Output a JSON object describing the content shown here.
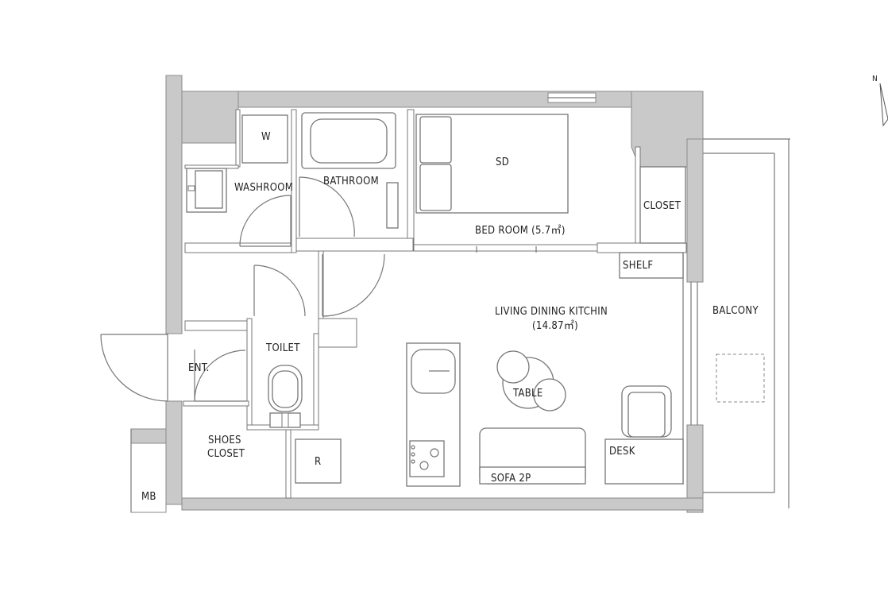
{
  "labels": {
    "washer": "W",
    "washroom": "WASHROOM",
    "bathroom": "BATHROOM",
    "bed": "SD",
    "bedroom": "BED ROOM (5.7㎡)",
    "closet": "CLOSET",
    "shelf": "SHELF",
    "ldk": "LIVING DINING KITCHIN",
    "ldk_area": "(14.87㎡)",
    "balcony": "BALCONY",
    "toilet": "TOILET",
    "entrance": "ENT.",
    "shoes_line1": "SHOES",
    "shoes_line2": "CLOSET",
    "fridge": "R",
    "table": "TABLE",
    "sofa": "SOFA 2P",
    "desk": "DESK",
    "meter_box": "MB",
    "north": "N"
  }
}
